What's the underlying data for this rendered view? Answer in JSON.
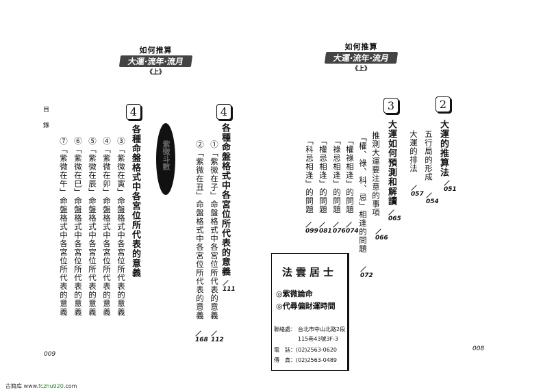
{
  "header": {
    "line1": "如何推算",
    "line2": "大運·流年·流月",
    "line3": "《上》"
  },
  "left_page": {
    "toc_label": "目錄",
    "page_number": "009",
    "sections": [
      {
        "number": "4",
        "title": "各種命盤格式中各宮位所代表的意義",
        "page": "111",
        "items": [
          {
            "label": "①「紫微在子」命盤格式中各宮位所代表的意義",
            "page": "112"
          },
          {
            "label": "②「紫微在丑」命盤格式中各宮位所代表的意義",
            "page": "168"
          }
        ]
      },
      {
        "number": "4",
        "title": "各種命盤格式中各宮位所代表的意義",
        "items": [
          {
            "label": "③「紫微在寅」命盤格式中各宮位所代表的意義"
          },
          {
            "label": "④「紫微在卯」命盤格式中各宮位所代表的意義"
          },
          {
            "label": "⑤「紫微在辰」命盤格式中各宮位所代表的意義"
          },
          {
            "label": "⑥「紫微在巳」命盤格式中各宮位所代表的意義"
          },
          {
            "label": "⑦「紫微在午」命盤格式中各宮位所代表的意義"
          }
        ]
      }
    ],
    "seal_text": "紫微斗數"
  },
  "right_page": {
    "page_number": "008",
    "sections": [
      {
        "number": "2",
        "title": "大運的推算法",
        "page": "051",
        "items": [
          {
            "label": "五行局的形成",
            "page": "054"
          },
          {
            "label": "大運的排法",
            "page": "057"
          }
        ]
      },
      {
        "number": "3",
        "title": "大運如何預測和解讀",
        "page": "065",
        "items": [
          {
            "label": "推測大運要注意的事項",
            "page": "066"
          },
          {
            "label": "「權、祿、科、忌」相逢的問題",
            "page": "072"
          },
          {
            "label": "「權祿相逢」的問題",
            "page": "074"
          },
          {
            "label": "「祿忌相逢」的問題",
            "page": "076"
          },
          {
            "label": "「權忌相逢」的問題",
            "page": "081"
          },
          {
            "label": "「科忌相逢」的問題",
            "page": "099"
          }
        ]
      }
    ],
    "ad": {
      "name": "法雲居士",
      "service1": "◎紫微論命",
      "service2": "◎代尋偏財運時間",
      "address_label": "聯絡處：",
      "address1": "台北市中山北路2段",
      "address2": "115巷43號3F-3",
      "phone": "電　話：(02)2563-0620",
      "fax": "傳　真：(02)2563-0489"
    }
  },
  "watermark": {
    "site_name": "古籍库",
    "prefix": "www.",
    "domain": "fczhu920",
    "suffix": ".com"
  }
}
